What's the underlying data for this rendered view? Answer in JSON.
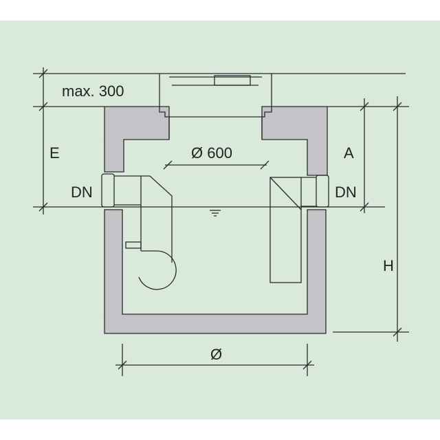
{
  "labels": {
    "cover_height": "max. 300",
    "e": "E",
    "a": "A",
    "h": "H",
    "dn_left": "DN",
    "dn_right": "DN",
    "opening_diameter": "Ø 600",
    "diameter": "Ø"
  },
  "colors": {
    "background": "#d9eadb",
    "concrete": "#c4c4c8",
    "line": "#2a2a2a"
  }
}
